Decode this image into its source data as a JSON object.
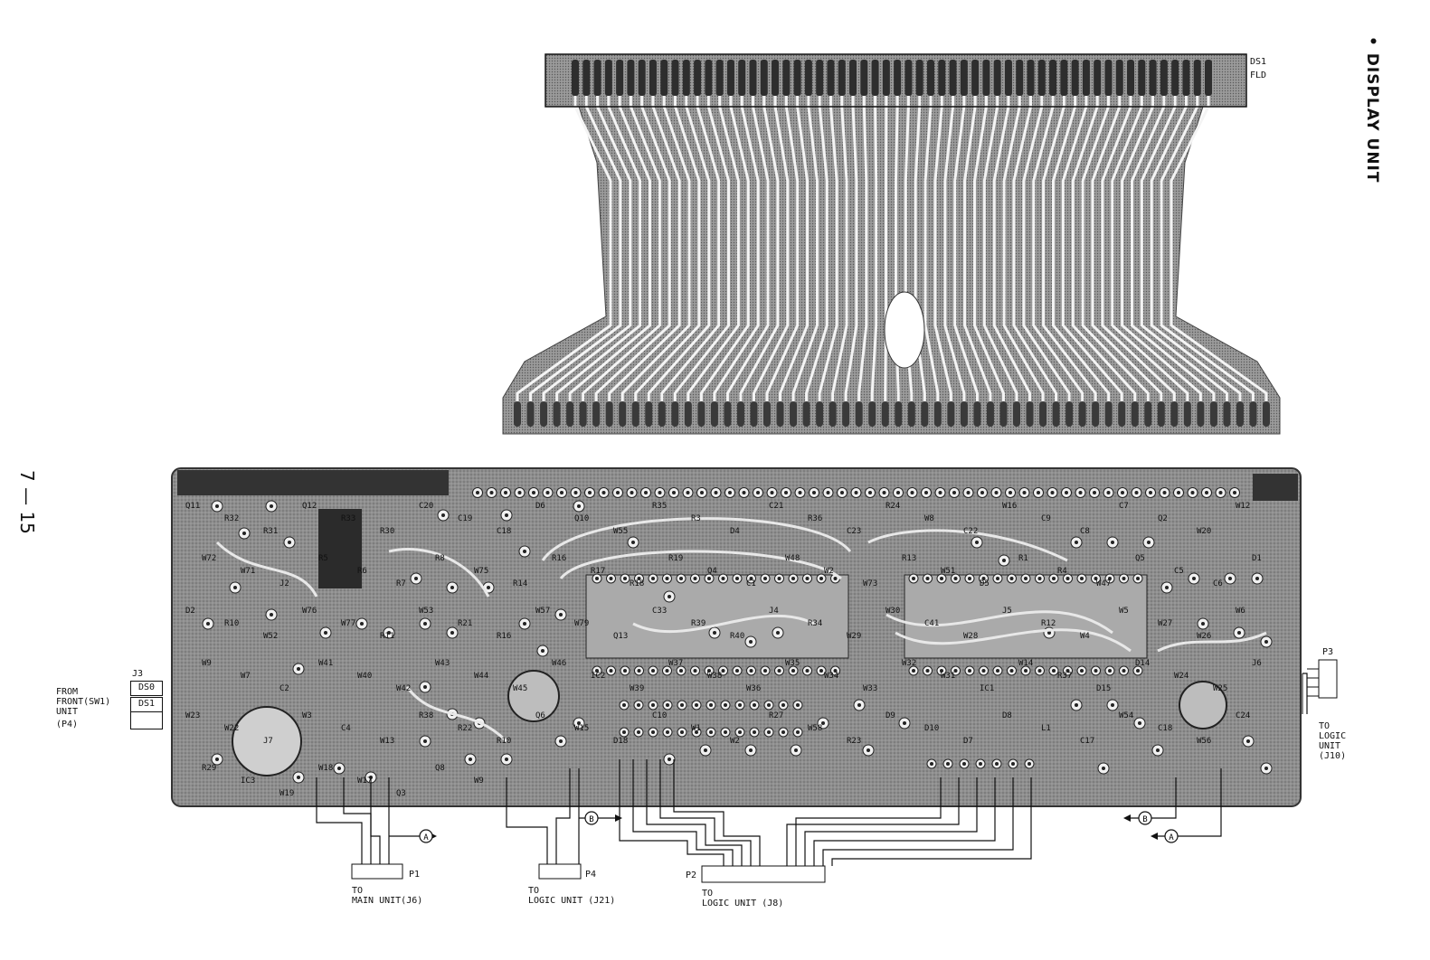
{
  "page": {
    "section_title": "• DISPLAY UNIT",
    "page_number": "7 — 15"
  },
  "display_board": {
    "part_ref": "DS1",
    "part_name": "FLD"
  },
  "connectors": {
    "j3_label": "J3",
    "j3_pins": [
      "DS0",
      "DS1"
    ],
    "from_front": [
      "FROM",
      "FRONT(SW1)",
      "UNIT",
      "(P4)"
    ],
    "p1_label": "P1",
    "p1_dest": [
      "TO",
      "MAIN UNIT(J6)"
    ],
    "p4_label": "P4",
    "p4_dest": [
      "TO",
      "LOGIC UNIT (J21)"
    ],
    "p2_label": "P2",
    "p2_dest": [
      "TO",
      "LOGIC UNIT (J8)"
    ],
    "p3_label": "P3",
    "p3_dest": [
      "TO",
      "LOGIC",
      "UNIT",
      "(J10)"
    ]
  },
  "markers": {
    "a": "A",
    "b": "B"
  },
  "board_labels": [
    "Q11",
    "R32",
    "R31",
    "Q12",
    "R33",
    "R30",
    "C20",
    "C19",
    "C18",
    "D6",
    "Q10",
    "W55",
    "R35",
    "R3",
    "D4",
    "C21",
    "R36",
    "C23",
    "R24",
    "W8",
    "C22",
    "W16",
    "C9",
    "C8",
    "C7",
    "Q2",
    "W20",
    "W12",
    "W72",
    "W71",
    "J2",
    "R5",
    "R6",
    "R7",
    "R8",
    "W75",
    "R14",
    "R16",
    "R17",
    "R18",
    "R19",
    "Q4",
    "C1",
    "W48",
    "W2",
    "W73",
    "R13",
    "W51",
    "D5",
    "R1",
    "R4",
    "W47",
    "Q5",
    "C5",
    "C6",
    "D1",
    "D2",
    "R10",
    "W52",
    "W76",
    "W77",
    "R11",
    "W53",
    "R21",
    "R16",
    "W57",
    "W79",
    "Q13",
    "C33",
    "R39",
    "R40",
    "J4",
    "R34",
    "W29",
    "W30",
    "C41",
    "W28",
    "J5",
    "R12",
    "W4",
    "W5",
    "W27",
    "W26",
    "W6",
    "W9",
    "W7",
    "C2",
    "W41",
    "W40",
    "W42",
    "W43",
    "W44",
    "W45",
    "W46",
    "IC2",
    "W39",
    "W37",
    "W38",
    "W36",
    "W35",
    "W34",
    "W33",
    "W32",
    "W31",
    "IC1",
    "W14",
    "R37",
    "D15",
    "D14",
    "W24",
    "W25",
    "J6",
    "W23",
    "W22",
    "J7",
    "W3",
    "C4",
    "W13",
    "R38",
    "R22",
    "R10",
    "Q6",
    "W15",
    "D18",
    "C10",
    "W1",
    "W2",
    "R27",
    "W58",
    "R23",
    "D9",
    "D10",
    "D7",
    "D8",
    "L1",
    "C17",
    "W54",
    "C18",
    "W56",
    "C24",
    "R29",
    "IC3",
    "W19",
    "W18",
    "W17",
    "Q3",
    "Q8",
    "W9"
  ]
}
